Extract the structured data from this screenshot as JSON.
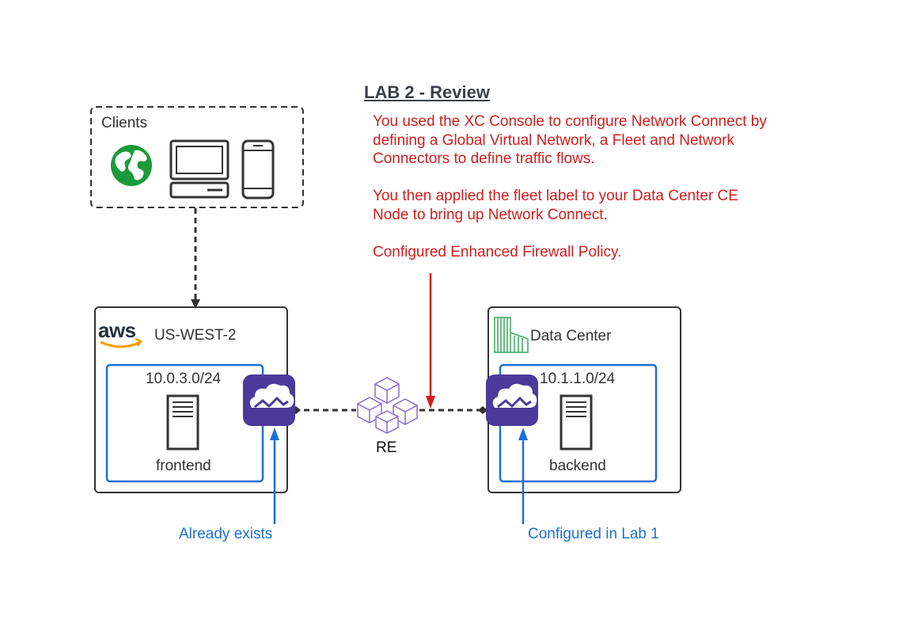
{
  "title": "LAB 2 - Review",
  "notes": {
    "para1": [
      "You used the XC Console to configure Network Connect by",
      "defining a Global Virtual Network, a Fleet and Network",
      "Connectors to define traffic flows."
    ],
    "para2": [
      "You then applied the fleet label to your Data Center CE",
      "Node to bring up Network Connect."
    ],
    "para3": "Configured Enhanced Firewall Policy."
  },
  "clients": {
    "label": "Clients",
    "icons": [
      "globe-icon",
      "desktop-icon",
      "mobile-phone-icon"
    ]
  },
  "aws": {
    "logo_text": "aws",
    "region": "US-WEST-2",
    "subnet": "10.0.3.0/24",
    "server": "frontend"
  },
  "datacenter": {
    "label": "Data Center",
    "subnet": "10.1.1.0/24",
    "server": "backend"
  },
  "re": {
    "label": "RE"
  },
  "annotations": {
    "left": "Already exists",
    "right": "Configured in Lab 1"
  },
  "colors": {
    "red": "#d81c1c",
    "blue": "#1c6fd8",
    "purple": "#4b3a9a",
    "green": "#1a9a3a",
    "dc_green": "#3aa65a",
    "aws_orange": "#f90"
  }
}
